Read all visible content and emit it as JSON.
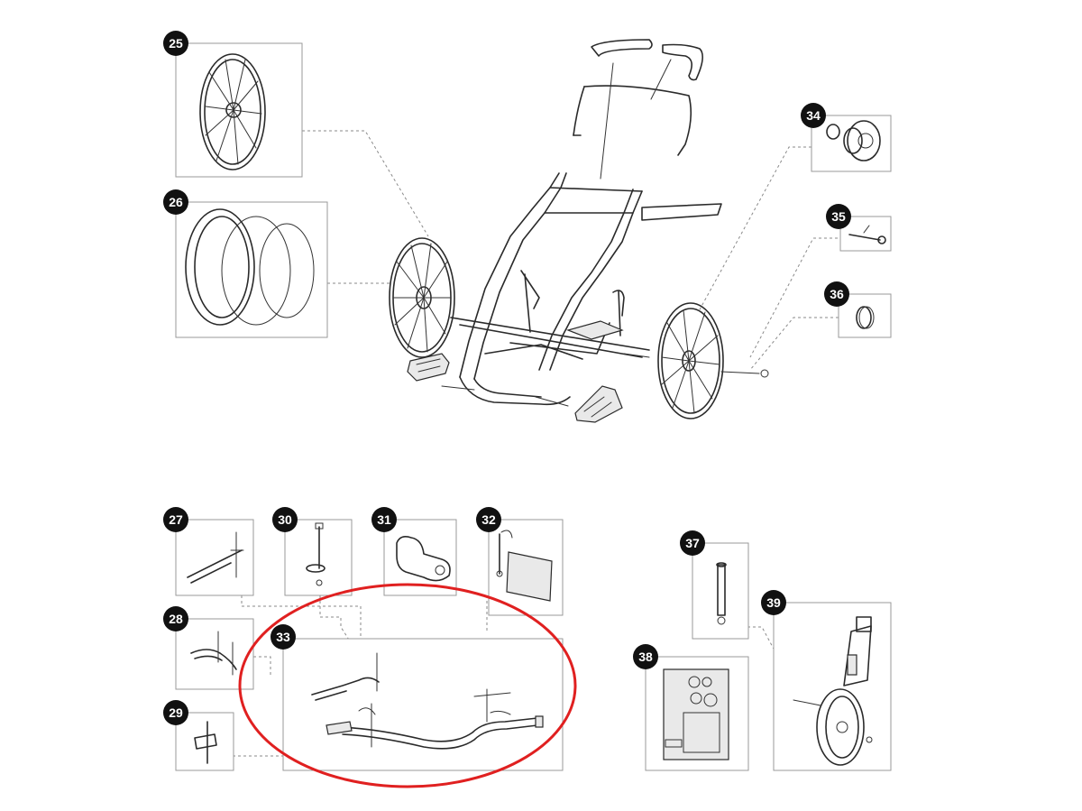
{
  "callouts": [
    {
      "label": "25"
    },
    {
      "label": "26"
    },
    {
      "label": "27"
    },
    {
      "label": "28"
    },
    {
      "label": "29"
    },
    {
      "label": "30"
    },
    {
      "label": "31"
    },
    {
      "label": "32"
    },
    {
      "label": "33"
    },
    {
      "label": "34"
    },
    {
      "label": "35"
    },
    {
      "label": "36"
    },
    {
      "label": "37"
    },
    {
      "label": "38"
    },
    {
      "label": "39"
    }
  ],
  "colors": {
    "badge": "#111111",
    "highlight_ellipse": "#e02020",
    "line_art": "#2a2a2a"
  }
}
